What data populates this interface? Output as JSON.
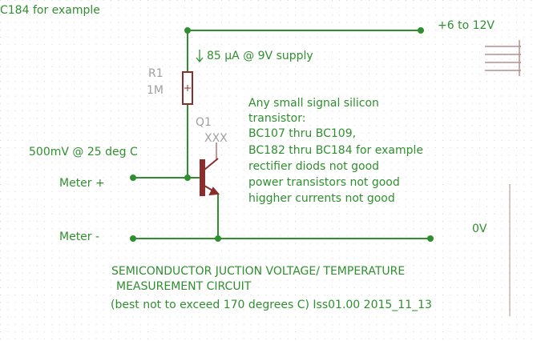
{
  "labels": {
    "top_left_clip": "C184 for example",
    "supply": "+6 to 12V",
    "current": "85 µA @ 9V supply",
    "r_name": "R1",
    "r_value": "1M",
    "q_name": "Q1",
    "q_value": "XXX",
    "voltage_note": "500mV @ 25 deg C",
    "meter_plus": "Meter +",
    "meter_minus": "Meter -",
    "zero_v": "0V"
  },
  "notes": [
    "Any small signal silicon",
    "transistor:",
    "BC107 thru BC109,",
    "BC182 thru BC184 for example",
    "rectifier diods not good",
    "power transistors not good",
    "higgher currents not good"
  ],
  "title": {
    "line1": "SEMICONDUCTOR JUCTION VOLTAGE/ TEMPERATURE",
    "line2": "MEASUREMENT CIRCUIT",
    "line3": "(best not to exceed 170 degrees C)   Iss01.00  2015_11_13"
  },
  "colors": {
    "grid": "#b78d8d",
    "wire": "#2f8f2f",
    "component": "#8b2d2d",
    "ref_text": "#a0a0a0"
  }
}
